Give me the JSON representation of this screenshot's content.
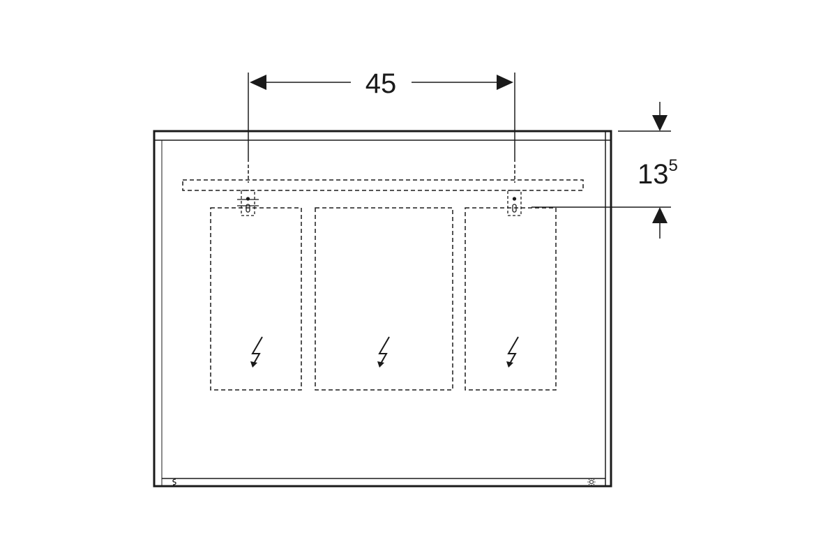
{
  "dimensions": {
    "horizontal": {
      "value": "45"
    },
    "vertical": {
      "base": "13",
      "superscript": "5"
    }
  },
  "symbols": {
    "socket": "lightning-bolt-icon",
    "bottom_left": "sensor-icon",
    "bottom_right": "sun-icon"
  },
  "colors": {
    "line": "#1a1a1a",
    "background": "#ffffff"
  }
}
